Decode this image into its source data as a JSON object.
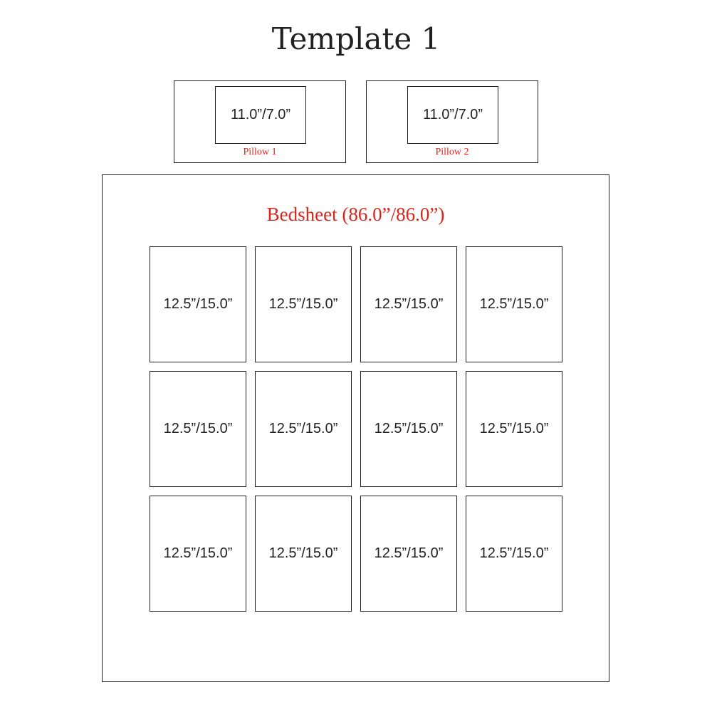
{
  "title": "Template 1",
  "colors": {
    "line": "#231f20",
    "accent_red": "#d7261e"
  },
  "pillows": [
    {
      "label": "Pillow 1",
      "size": "11.0”/7.0”"
    },
    {
      "label": "Pillow 2",
      "size": "11.0”/7.0”"
    }
  ],
  "bedsheet": {
    "label": "Bedsheet (86.0”/86.0”)",
    "panels": [
      "12.5”/15.0”",
      "12.5”/15.0”",
      "12.5”/15.0”",
      "12.5”/15.0”",
      "12.5”/15.0”",
      "12.5”/15.0”",
      "12.5”/15.0”",
      "12.5”/15.0”",
      "12.5”/15.0”",
      "12.5”/15.0”",
      "12.5”/15.0”",
      "12.5”/15.0”"
    ]
  }
}
